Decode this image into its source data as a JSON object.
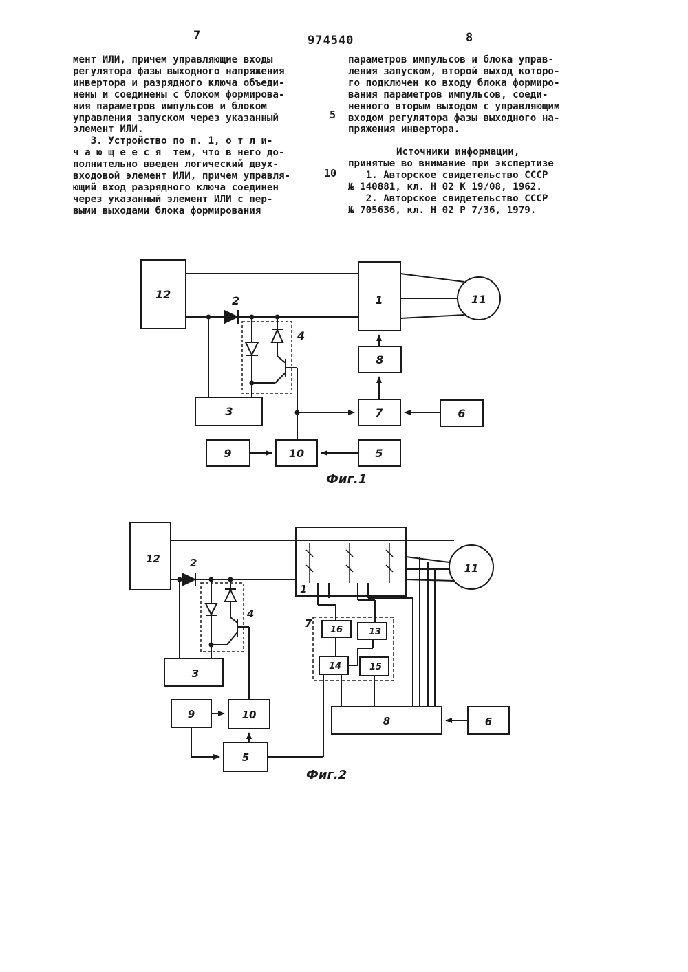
{
  "header": {
    "page_left": "7",
    "patent_number": "974540",
    "page_right": "8"
  },
  "left_column": {
    "lines": [
      "мент ИЛИ, причем управляющие входы",
      "регулятора фазы выходного напряжения",
      "инвертора и разрядного ключа объеди-",
      "нены и соединены с блоком формирова-",
      "ния параметров импульсов и блоком",
      "управления запуском через указанный",
      "элемент ИЛИ."
    ],
    "claim3_lines": [
      "   3. Устройство по п. 1, о т л и-",
      "ч а ю щ е е с я  тем, что в него до-",
      "полнительно введен логический двух-",
      "входовой элемент ИЛИ, причем управля-",
      "ющий вход разрядного ключа соединен",
      "через указанный элемент ИЛИ с пер-",
      "выми выходами блока формирования"
    ]
  },
  "right_column": {
    "lines": [
      "параметров импульсов и блока управ-",
      "ления запуском, второй выход которо-",
      "го подключен ко входу блока формиро-",
      "вания параметров импульсов, соеди-",
      "ненного вторым выходом с управляющим",
      "входом регулятора фазы выходного на-",
      "пряжения инвертора."
    ],
    "sources_heading": "Источники информации,",
    "sources_subheading": "принятые во внимание при экспертизе",
    "sources": [
      "   1. Авторское свидетельство СССР",
      "№ 140881, кл. Н 02 К 19/08, 1962.",
      "   2. Авторское свидетельство СССР",
      "№ 705636, кл. Н 02 Р 7/36, 1979."
    ]
  },
  "margin_numbers": [
    "5",
    "10"
  ],
  "figure1": {
    "caption": "Фиг.1",
    "blocks": {
      "b1": "1",
      "b3": "3",
      "b5": "5",
      "b6": "6",
      "b7": "7",
      "b8": "8",
      "b9": "9",
      "b10": "10",
      "b11": "11",
      "b12": "12"
    },
    "labels": {
      "diode": "2",
      "key": "4"
    }
  },
  "figure2": {
    "caption": "Фиг.2",
    "blocks": {
      "b1": "1",
      "b3": "3",
      "b5": "5",
      "b6": "6",
      "b7": "7",
      "b8": "8",
      "b9": "9",
      "b10": "10",
      "b11": "11",
      "b12": "12",
      "b13": "13",
      "b14": "14",
      "b15": "15",
      "b16": "16"
    },
    "labels": {
      "diode": "2",
      "key": "4"
    }
  }
}
